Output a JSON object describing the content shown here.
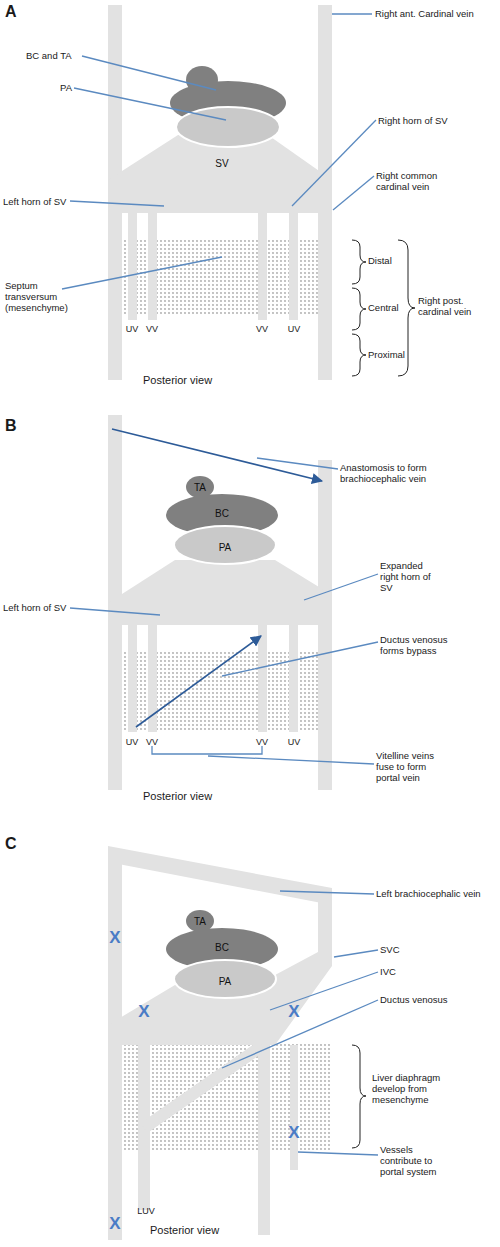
{
  "diagram": {
    "nodes": [
      {
        "text": [
          "SV"
        ]
      },
      {
        "text": [
          "TA"
        ]
      },
      {
        "text": [
          "BC"
        ]
      },
      {
        "text": [
          "PA"
        ]
      },
      {
        "text": [
          "TA"
        ]
      },
      {
        "text": [
          "BC"
        ]
      },
      {
        "text": [
          "PA"
        ]
      }
    ],
    "labels": [
      "A",
      "BC and TA",
      "PA",
      "Right ant. Cardinal vein",
      "Right horn of SV",
      "Left horn of SV",
      "Right common cardinal vein",
      "Septum transversum (mesenchyme)",
      "Distal",
      "Central",
      "Right post. cardinal vein",
      "Proximal",
      "UV",
      "VV",
      "VV",
      "UV",
      "Posterior view",
      "B",
      "Anastomosis to form brachiocephalic vein",
      "Left horn of SV",
      "Expanded right horn of SV",
      "Ductus venosus forms bypass",
      "UV",
      "VV",
      "VV",
      "UV",
      "Vitelline veins fuse to form portal vein",
      "Posterior view",
      "C",
      "Left brachiocephalic vein",
      "SVC",
      "IVC",
      "Ductus venosus",
      "Liver diaphragm develop from mesenchyme",
      "LUV",
      "Vessels contribute to portal system",
      "Posterior view",
      "X",
      "X",
      "X",
      "X",
      "X"
    ]
  }
}
